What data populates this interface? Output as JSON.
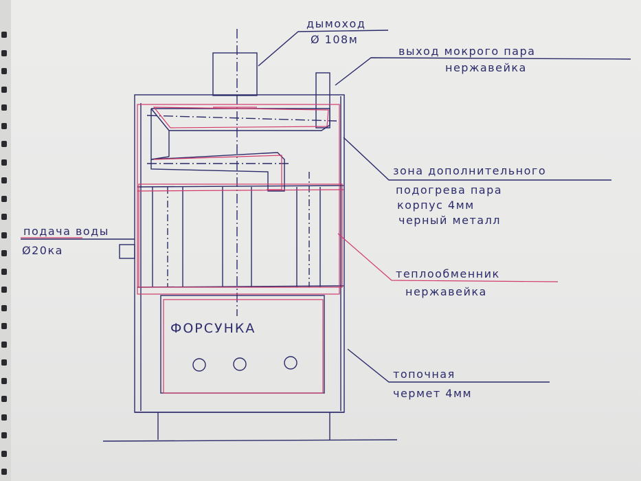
{
  "colors": {
    "ink": "#2b2b6a",
    "red": "#d23a6a",
    "paper": "#ebebea"
  },
  "labels": {
    "chimney_title": "дымоход",
    "chimney_size": "Ø 108м",
    "wet_steam_title": "выход мокрого пара",
    "wet_steam_material": "нержавейка",
    "zone_line1": "зона дополнительного",
    "zone_line2": "подогрева пара",
    "zone_line3": "корпус 4мм",
    "zone_line4": "черный металл",
    "water_title": "подача воды",
    "water_size": "Ø20ка",
    "exchanger_title": "теплообменник",
    "exchanger_material": "нержавейка",
    "burner": "ФОРСУНКА",
    "firebox_title": "топочная",
    "firebox_material": "чермет 4мм"
  }
}
